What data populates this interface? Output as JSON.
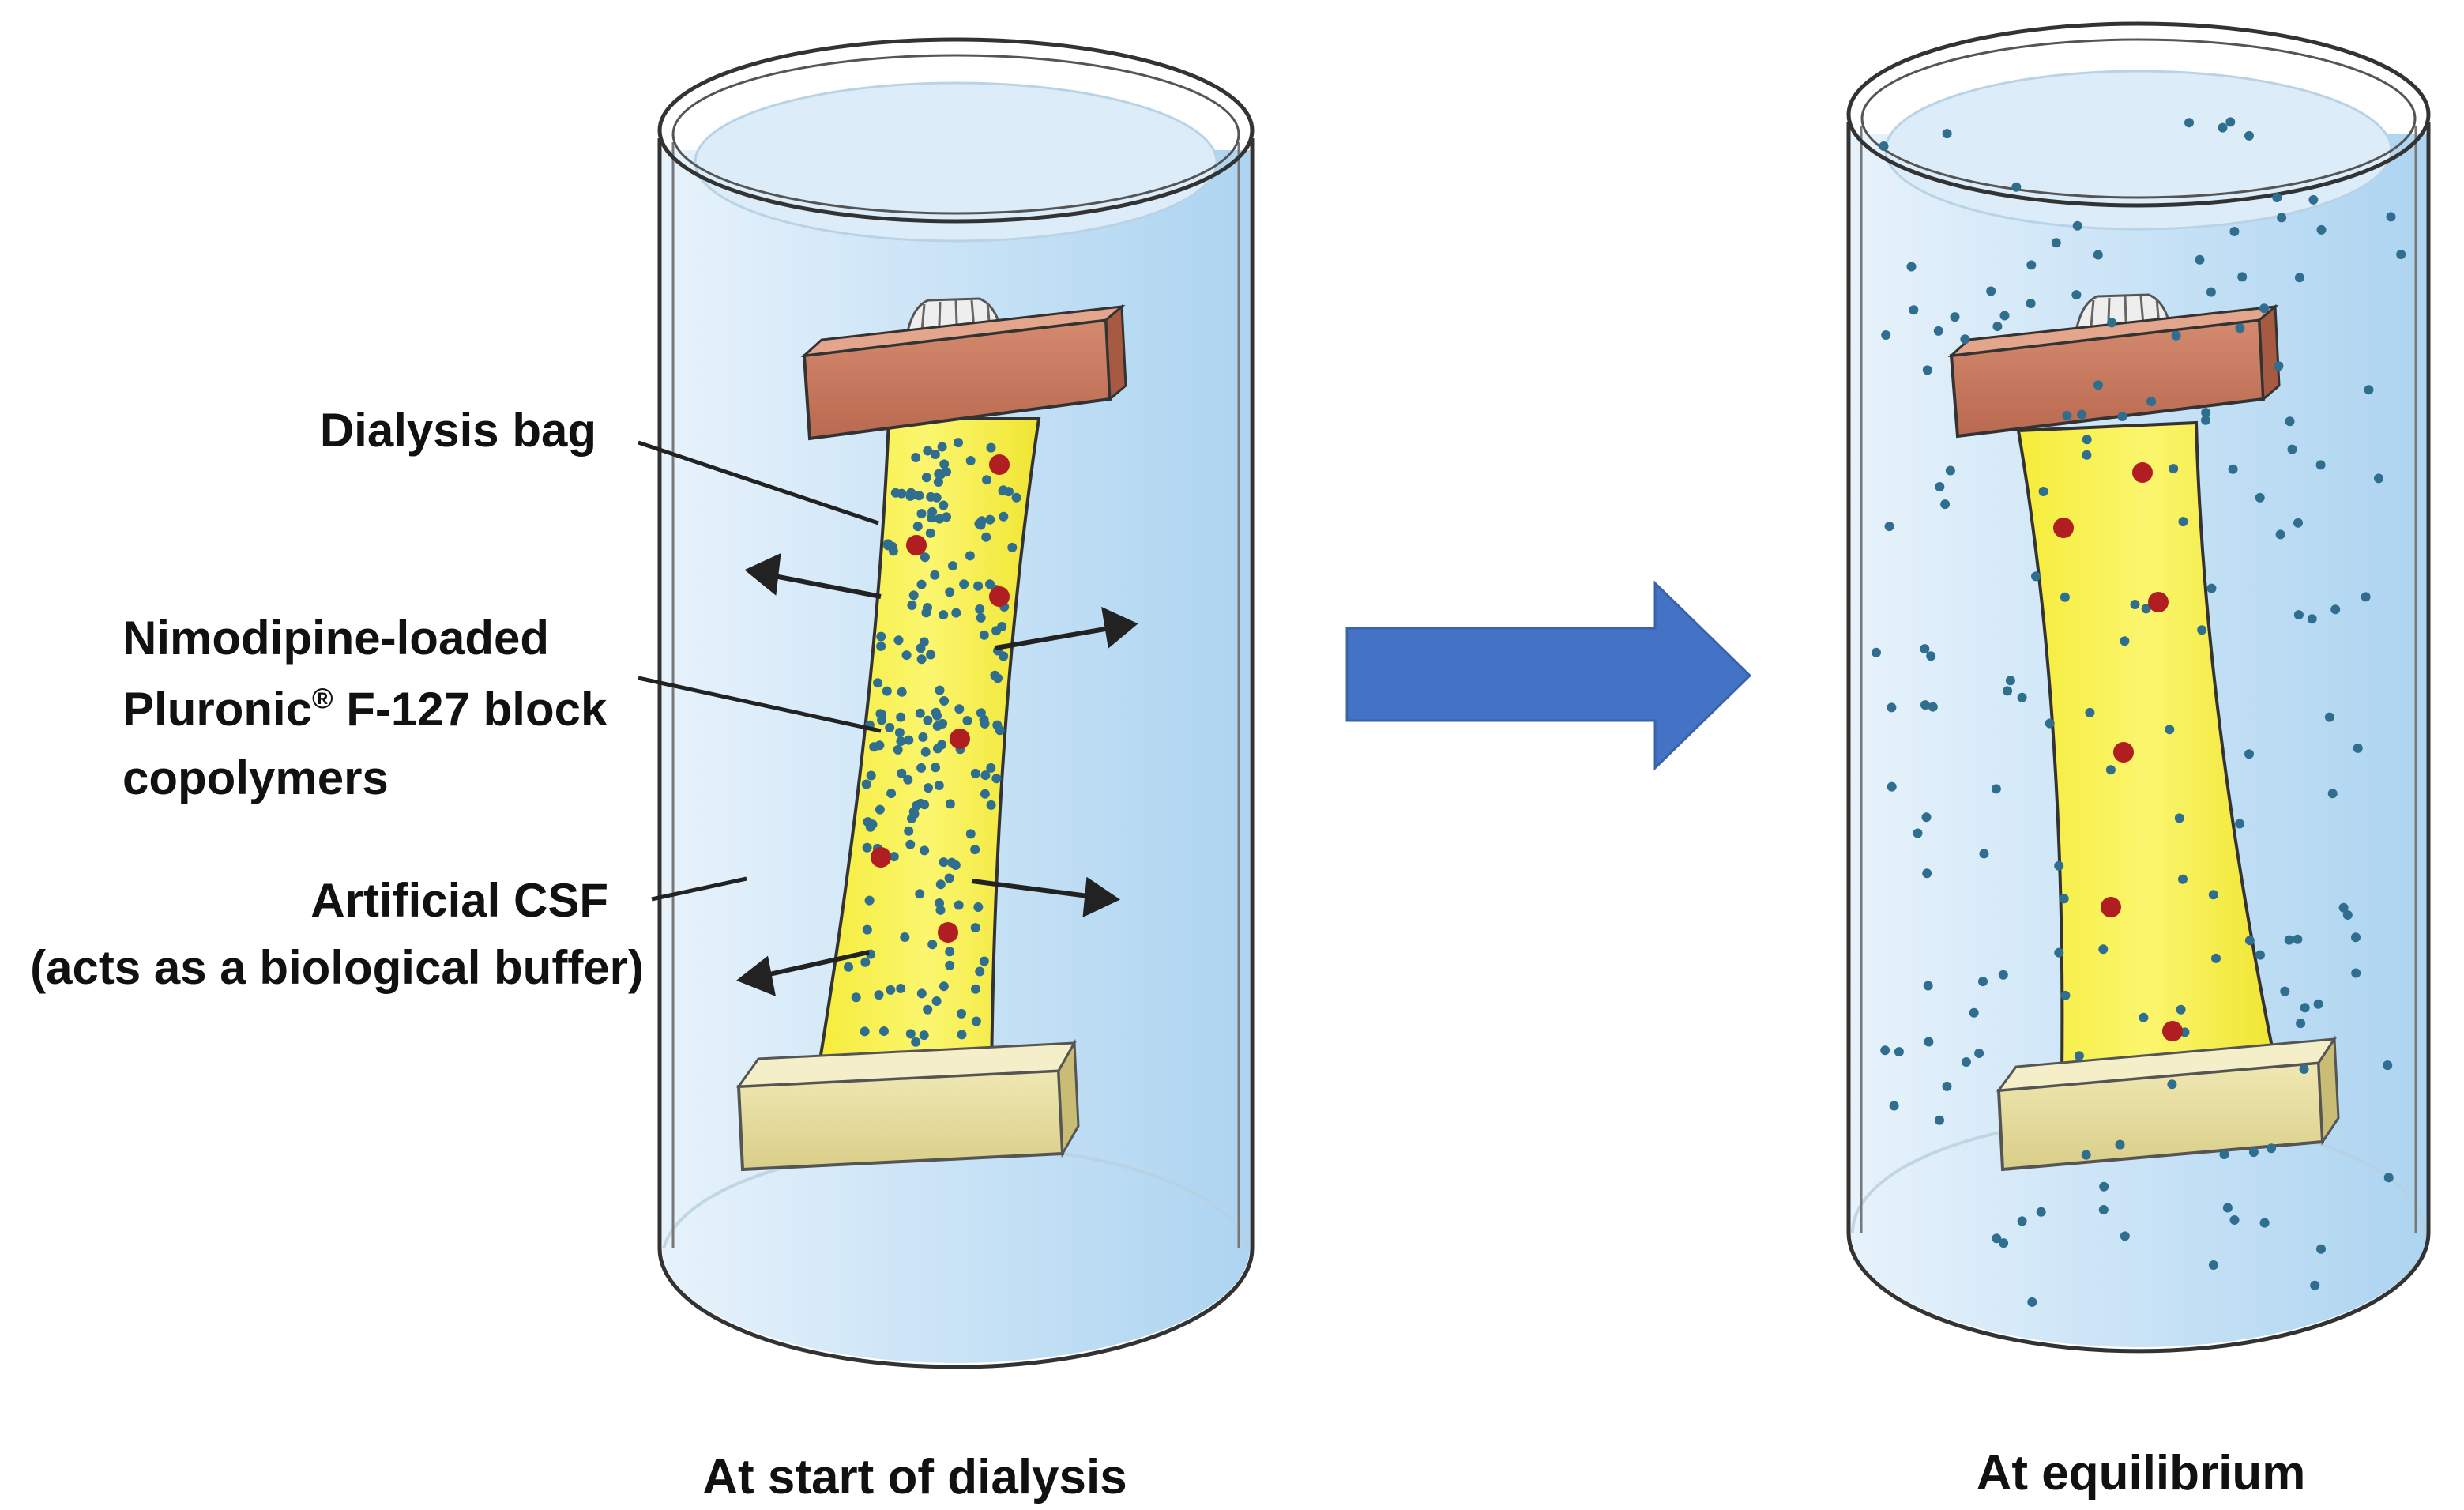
{
  "labels": {
    "dialysis_bag": "Dialysis bag",
    "nimodipine_line1": "Nimodipine-loaded",
    "nimodipine_line2_main": "Pluronic",
    "nimodipine_line2_sup": "®",
    "nimodipine_line2_rest": " F-127 block",
    "nimodipine_line3": "copolymers",
    "csf_line1": "Artificial CSF",
    "csf_line2": "(acts as a biological buffer)"
  },
  "captions": {
    "start": "At start of dialysis",
    "equilibrium": "At equilibrium"
  },
  "colors": {
    "bag_yellow": "#f7ef3f",
    "clip_top": "#c8775d",
    "clip_bottom": "#e6dc9a",
    "drug_dot_blue": "#2f6e8e",
    "polymer_dot_red": "#b01e22",
    "big_arrow": "#4472c4",
    "liquid": "#cfe6f7"
  },
  "icons": [
    "arrow-right-icon",
    "beaker-icon",
    "dialysis-bag-icon"
  ]
}
